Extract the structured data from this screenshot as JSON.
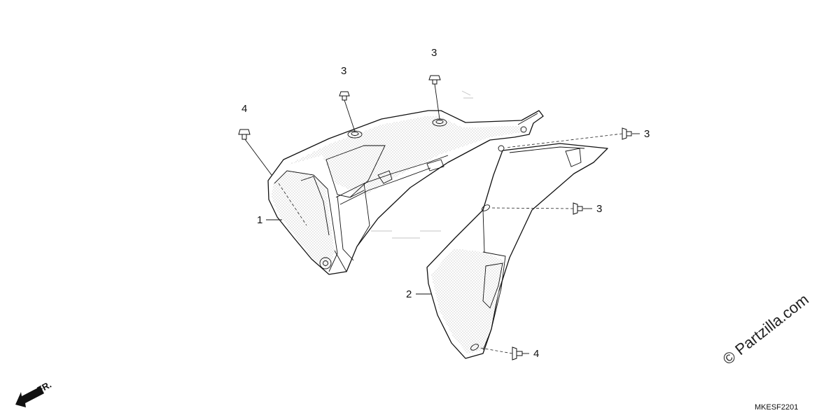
{
  "diagram": {
    "callouts": {
      "shroud_left": "1",
      "shroud_right": "2",
      "screw_top_a": "3",
      "screw_top_b": "3",
      "screw_right_a": "3",
      "screw_right_b": "3",
      "bolt_left": "4",
      "bolt_bottom": "4"
    },
    "direction_label": "FR.",
    "diagram_code": "MKESF2201",
    "watermark": "© Partzilla.com"
  },
  "colors": {
    "line": "#111111",
    "stipple": "#9a9a9a",
    "background": "#ffffff"
  }
}
